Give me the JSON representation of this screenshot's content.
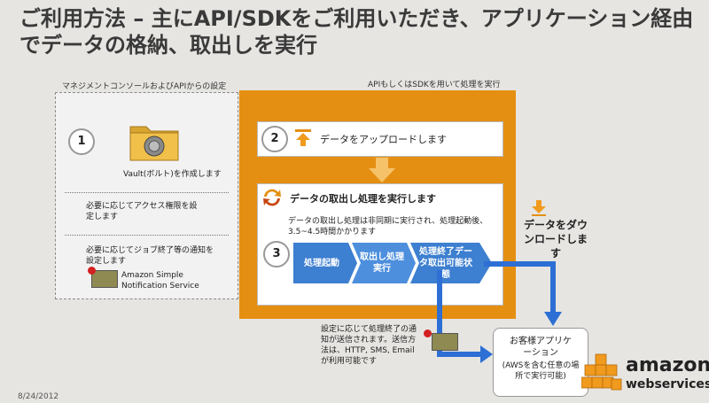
{
  "title": "ご利用方法 – 主にAPI/SDKをご利用いただき、アプリケーション経由でデータの格納、取出しを実行",
  "management": {
    "label": "マネジメントコンソールおよびAPIからの設定",
    "step_number": "1",
    "vault_text": "Vault(ボルト)を作成します",
    "access_text": "必要に応じてアクセス権限を設定します",
    "notify_text": "必要に応じてジョブ終了等の通知を設定します",
    "sns_text": "Amazon Simple Notification Service"
  },
  "api": {
    "label": "APIもしくはSDKを用いて処理を実行",
    "step2_number": "2",
    "step2_text": "データをアップロードします",
    "step3_number": "3",
    "step3_title": "データの取出し処理を実行します",
    "step3_desc": "データの取出し処理は非同期に実行され、処理起動後、3.5~4.5時間かかります",
    "flow": [
      "処理起動",
      "取出し処理実行",
      "処理終了データ取出可能状態"
    ]
  },
  "download_text": "データをダウンロードします",
  "notification_text": "設定に応じて処理終了の通知が送信されます。送信方法は、HTTP, SMS, Emailが利用可能です",
  "customer": {
    "title": "お客様アプリケーション",
    "sub": "(AWSを含む任意の場所で実行可能)"
  },
  "aws_logo": {
    "word1": "amazon",
    "word2": "webservices"
  },
  "date": "8/24/2012",
  "colors": {
    "orange": "#e58f12",
    "blue_arrow": "#2d6fd4",
    "chevron": "#3d7fd0",
    "logo_orange": "#f09a1e"
  }
}
